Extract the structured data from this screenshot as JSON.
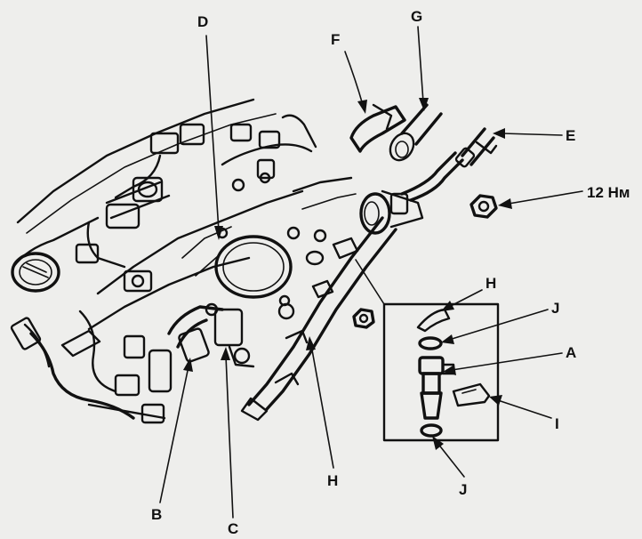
{
  "labels": {
    "D": "D",
    "G": "G",
    "F": "F",
    "E": "E",
    "torque": "12 Нм",
    "H_top": "H",
    "J_top": "J",
    "A": "A",
    "I": "I",
    "J_bottom": "J",
    "H_bottom": "H",
    "B": "B",
    "C": "C"
  },
  "colors": {
    "background": "#eeeeec",
    "ink": "#111111"
  }
}
